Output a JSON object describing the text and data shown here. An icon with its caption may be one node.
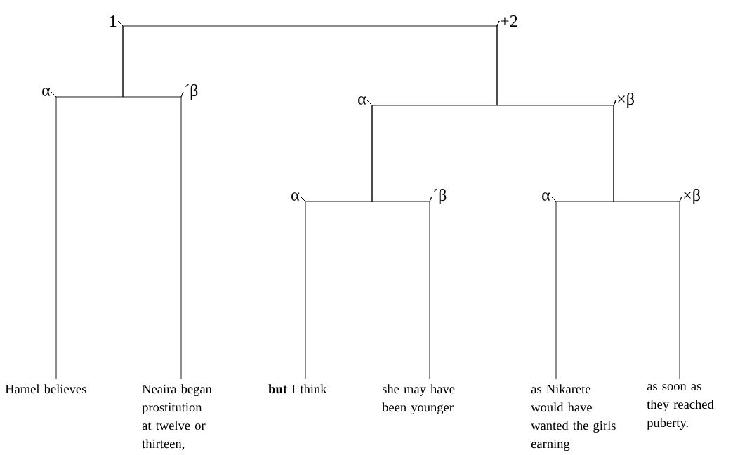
{
  "diagram": {
    "nodes": [
      {
        "text": [
          "1"
        ]
      },
      {
        "text": [
          "+2"
        ]
      },
      {
        "text": [
          "α"
        ]
      },
      {
        "text": [
          "´β"
        ]
      },
      {
        "text": [
          "α"
        ]
      },
      {
        "text": [
          "×β"
        ]
      },
      {
        "text": [
          "α"
        ]
      },
      {
        "text": [
          "´β"
        ]
      },
      {
        "text": [
          "α"
        ]
      },
      {
        "text": [
          "×β"
        ]
      },
      {
        "text": [
          "Hamel believes"
        ]
      },
      {
        "text": [
          "Neaira began prostitution at twelve or thirteen,"
        ]
      },
      {
        "text": [
          "**but** I think"
        ]
      },
      {
        "text": [
          "she may have been younger"
        ]
      },
      {
        "text": [
          "as Nikarete would have wanted the girls earning"
        ]
      },
      {
        "text": [
          "as soon as they reached puberty."
        ]
      }
    ],
    "edges": [
      {
        "from": 0,
        "to": 1,
        "arrow": "none"
      },
      {
        "from": 0,
        "to": 2,
        "arrow": "none"
      },
      {
        "from": 0,
        "to": 3,
        "arrow": "none"
      },
      {
        "from": 1,
        "to": 4,
        "arrow": "none"
      },
      {
        "from": 1,
        "to": 5,
        "arrow": "none"
      },
      {
        "from": 4,
        "to": 6,
        "arrow": "none"
      },
      {
        "from": 4,
        "to": 7,
        "arrow": "none"
      },
      {
        "from": 5,
        "to": 8,
        "arrow": "none"
      },
      {
        "from": 5,
        "to": 9,
        "arrow": "none"
      },
      {
        "from": 2,
        "to": 10,
        "arrow": "none"
      },
      {
        "from": 3,
        "to": 11,
        "arrow": "none"
      },
      {
        "from": 6,
        "to": 12,
        "arrow": "none"
      },
      {
        "from": 7,
        "to": 13,
        "arrow": "none"
      },
      {
        "from": 8,
        "to": 14,
        "arrow": "none"
      },
      {
        "from": 9,
        "to": 15,
        "arrow": "none"
      }
    ]
  }
}
